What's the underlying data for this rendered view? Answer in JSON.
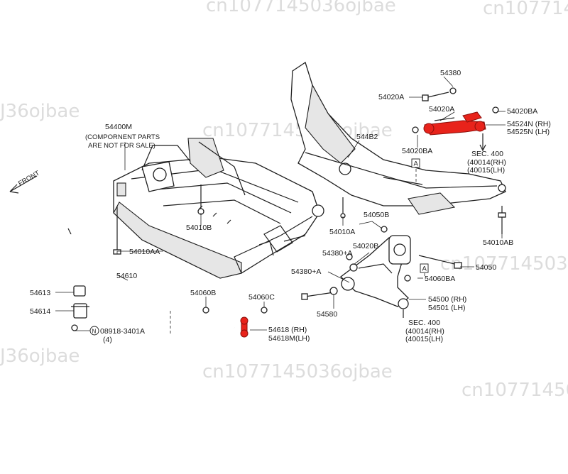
{
  "watermark_text": "cn1077145036ojbae",
  "watermark_short": "J36ojbae",
  "front_label": "FRONT",
  "ref_marks": {
    "box_a": "A",
    "circle_n": "N"
  },
  "callouts": {
    "p54400M": "54400M",
    "component_note_1": "(COMPORNENT PARTS",
    "component_note_2": "ARE NOT FOR SALE)",
    "p54010B": "54010B",
    "p54010AA": "54010AA",
    "p54610": "54610",
    "p54613": "54613",
    "p54614": "54614",
    "p08918": "08918-3401A",
    "qty4": "(4)",
    "p54060B": "54060B",
    "p54060C": "54060C",
    "p54618_rh": "54618  (RH)",
    "p54618M_lh": "54618M(LH)",
    "p54580": "54580",
    "p54380A_1": "54380+A",
    "p54380A_2": "54380+A",
    "p54020B": "54020B",
    "p54010A": "54010A",
    "p54050B": "54050B",
    "p54482": "544B2",
    "p54380": "54380",
    "p54020A_top": "54020A",
    "p54020A_mid": "54020A",
    "p54020BA_top": "54020BA",
    "p54020BA_left": "54020BA",
    "p54524N": "54524N (RH)",
    "p54525N": "54525N (LH)",
    "sec400_top_1": "SEC. 400",
    "sec400_top_2": "(40014(RH)",
    "sec400_top_3": "(40015(LH)",
    "p54010AB": "54010AB",
    "p54060BA": "54060BA",
    "p54050": "54050",
    "p54500": "54500 (RH)",
    "p54501": "54501 (LH)",
    "sec400_bot_1": "SEC. 400",
    "sec400_bot_2": "(40014(RH)",
    "sec400_bot_3": "(40015(LH)"
  },
  "colors": {
    "highlight": "#e8231b",
    "line": "#1f1f1f"
  }
}
